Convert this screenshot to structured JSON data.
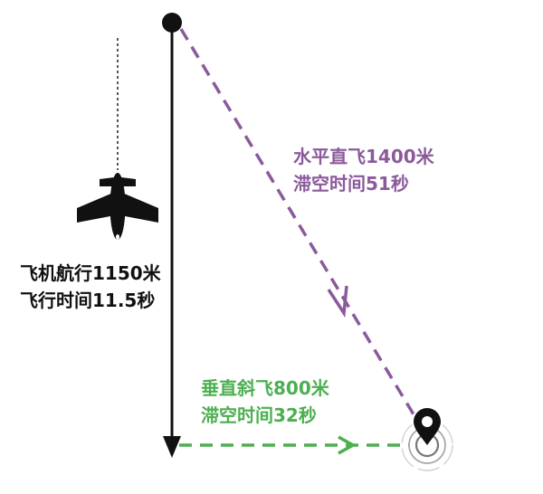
{
  "colors": {
    "plane_path": "#111111",
    "level_flight": "#8b5a9b",
    "oblique_flight": "#4caf50",
    "target_ring": "#bdbdbd"
  },
  "icons": {
    "plane": "airplane-icon",
    "target": "location-pin-icon"
  },
  "plane_path": {
    "line1": "飞机航行1150米",
    "line2": "飞行时间11.5秒"
  },
  "level_flight": {
    "line1": "水平直飞1400米",
    "line2": "滞空时间51秒"
  },
  "oblique_flight": {
    "line1": "垂直斜飞800米",
    "line2": "滞空时间32秒"
  }
}
